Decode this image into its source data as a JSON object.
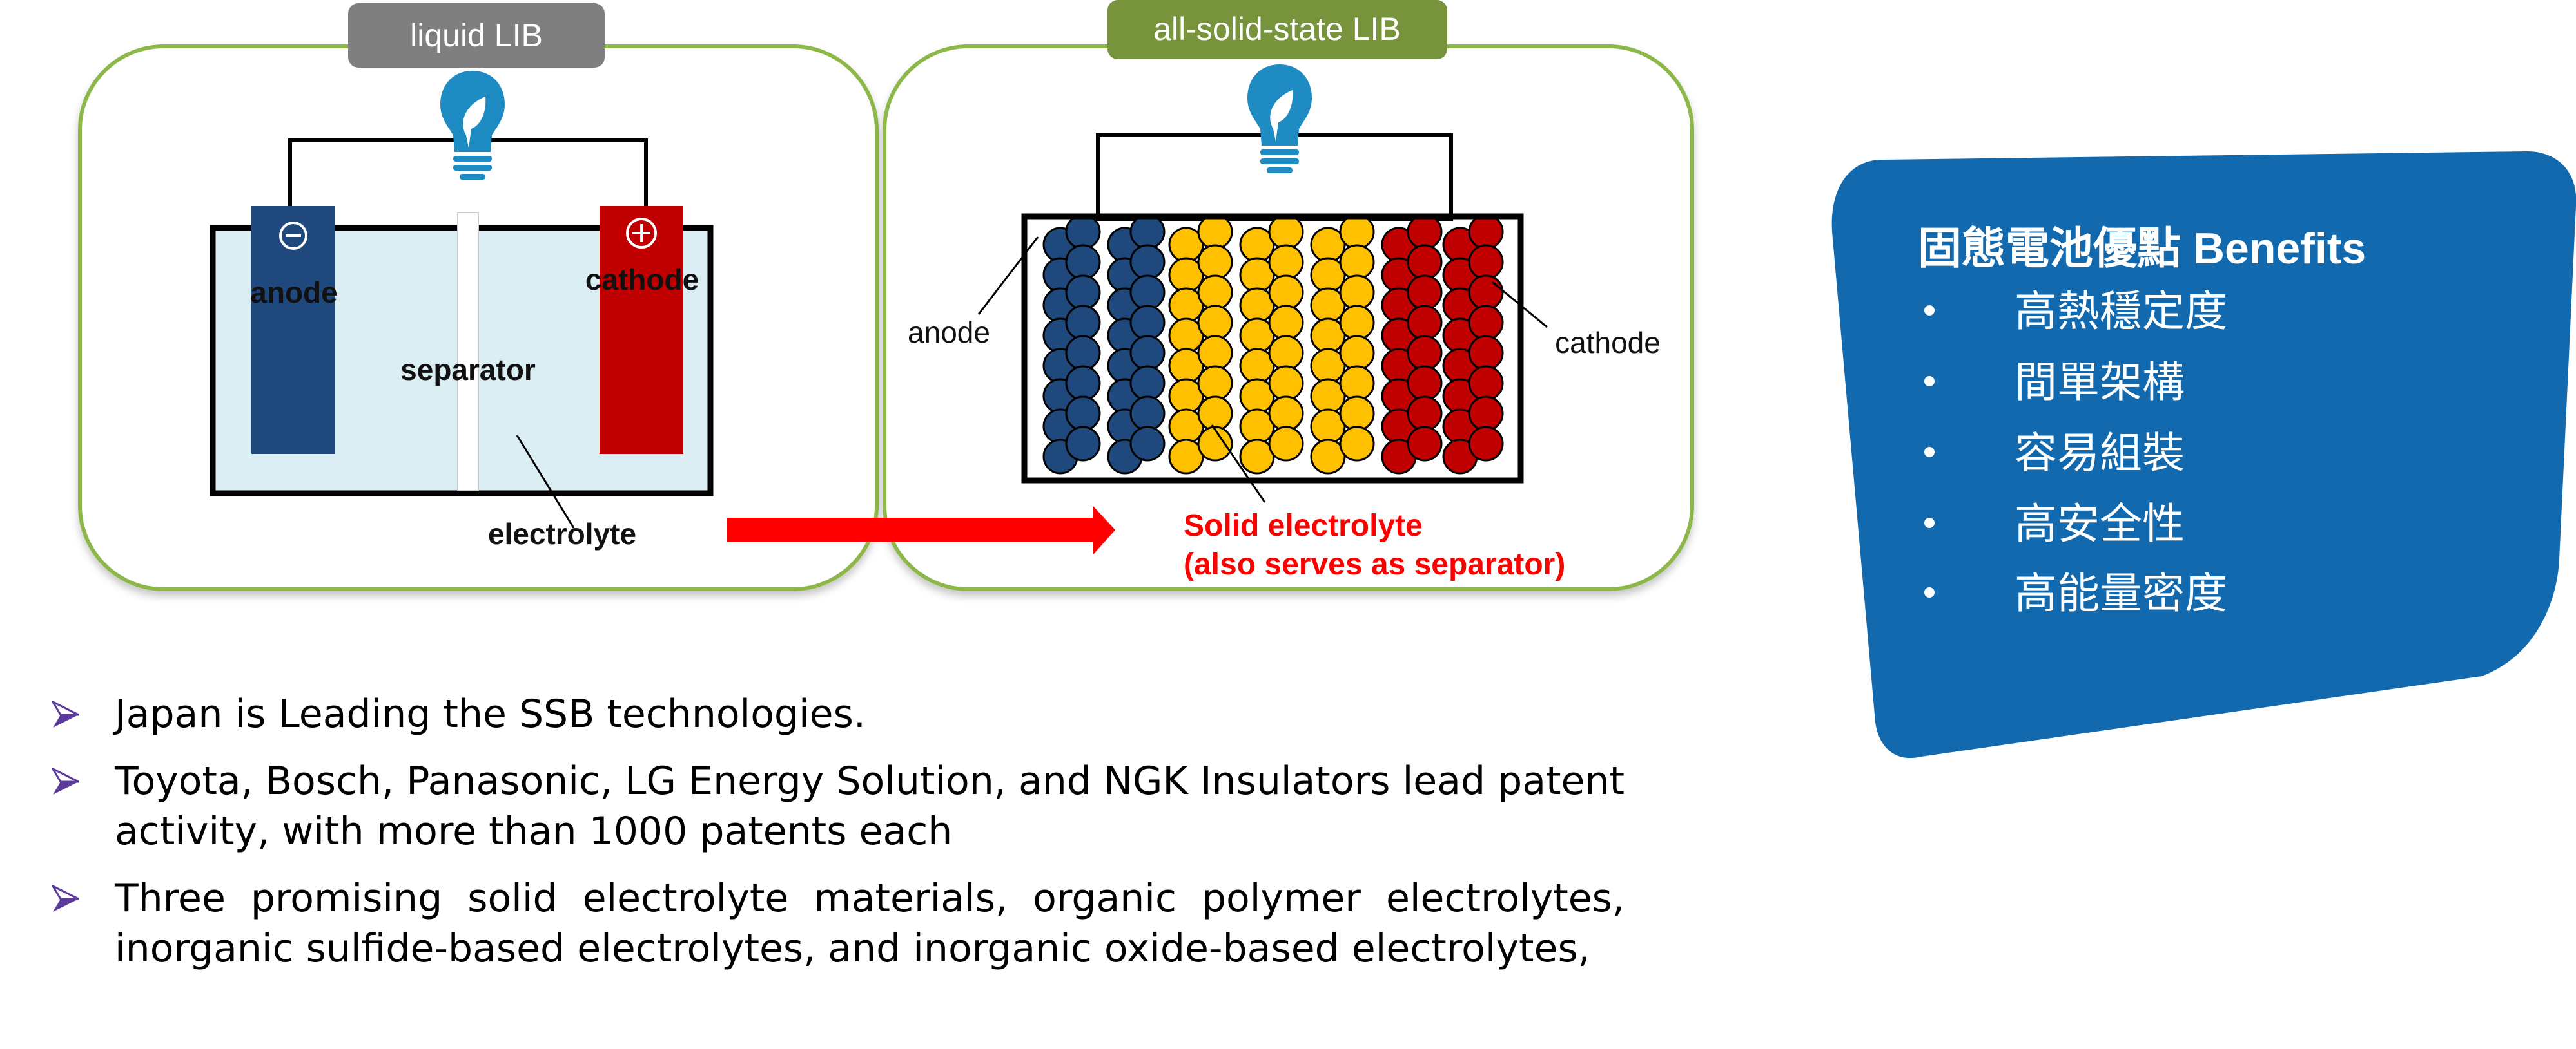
{
  "diagram": {
    "liquid_panel": {
      "label": "liquid LIB",
      "anode_label": "anode",
      "cathode_label": "cathode",
      "separator_label": "separator",
      "electrolyte_label": "electrolyte",
      "anode_symbol": "⊖",
      "cathode_symbol": "⊕"
    },
    "solid_panel": {
      "label": "all-solid-state LIB",
      "anode_label": "anode",
      "cathode_label": "cathode",
      "electrolyte_label_line1": "Solid electrolyte",
      "electrolyte_label_line2": "(also serves as separator)"
    },
    "icons": {
      "bulb": "lightbulb-leaf-icon",
      "arrow": "right-arrow-icon",
      "bullet": "arrowhead-bullet-icon"
    },
    "colors": {
      "panel_border": "#8db84a",
      "liquid_label_bg": "#7f7f7f",
      "solid_label_bg": "#77933c",
      "anode": "#1f497d",
      "cathode": "#c00000",
      "solid_electrolyte": "#ffc000",
      "electrolyte_fill": "#daeef3",
      "bulb": "#1e8bc3",
      "arrow": "#ff0000",
      "red_text": "#ff0000",
      "bullet_arrow": "#5b3b9b",
      "benefits_bg": "#1269ad"
    }
  },
  "benefits": {
    "title": "固態電池優點 Benefits",
    "items": [
      "高熱穩定度",
      "間單架構",
      "容易組裝",
      "高安全性",
      "高能量密度"
    ]
  },
  "bullets": [
    "Japan is Leading the SSB technologies.",
    "Toyota, Bosch, Panasonic, LG Energy Solution, and NGK Insulators lead patent activity, with more than 1000 patents each",
    "Three promising solid electrolyte materials, organic polymer electrolytes, inorganic sulfide-based electrolytes, and inorganic oxide-based electrolytes,"
  ]
}
